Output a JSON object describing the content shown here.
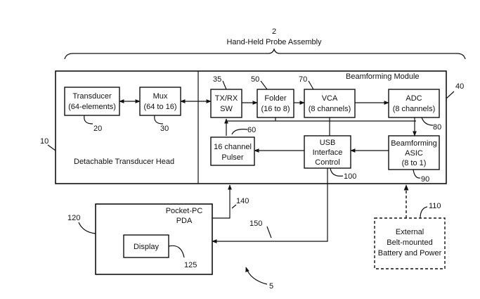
{
  "figure_number": "5",
  "assembly": {
    "ref": "2",
    "title": "Hand-Held Probe Assembly"
  },
  "head": {
    "ref": "10",
    "label": "Detachable Transducer Head"
  },
  "module": {
    "ref": "40",
    "label": "Beamforming Module"
  },
  "blocks": {
    "transducer": {
      "ref": "20",
      "line1": "Transducer",
      "line2": "(64-elements)"
    },
    "mux": {
      "ref": "30",
      "line1": "Mux",
      "line2": "(64 to 16)"
    },
    "txrx": {
      "ref": "35",
      "line1": "TX/RX",
      "line2": "SW"
    },
    "folder": {
      "ref": "50",
      "line1": "Folder",
      "line2": "(16 to 8)"
    },
    "vca": {
      "ref": "70",
      "line1": "VCA",
      "line2": "(8 channels)"
    },
    "adc": {
      "ref": "80",
      "line1": "ADC",
      "line2": "(8 channels)"
    },
    "pulser": {
      "ref": "60",
      "line1": "16 channel",
      "line2": "Pulser"
    },
    "usb": {
      "ref": "100",
      "line1": "USB",
      "line2": "Interface",
      "line3": "Control"
    },
    "asic": {
      "ref": "90",
      "line1": "Beamforming",
      "line2": "ASIC",
      "line3": "(8 to 1)"
    }
  },
  "pda": {
    "ref": "120",
    "line1": "Pocket-PC",
    "line2": "PDA"
  },
  "display": {
    "ref": "125",
    "label": "Display"
  },
  "battery": {
    "ref": "110",
    "line1": "External",
    "line2": "Belt-mounted",
    "line3": "Battery and Power"
  },
  "connections": {
    "pda_to_module": "140",
    "usb_to_pda": "150"
  }
}
